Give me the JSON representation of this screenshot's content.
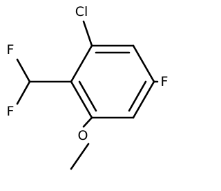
{
  "structure": {
    "atoms": {
      "cl": "Cl",
      "f_left_top": "F",
      "f_left_bottom": "F",
      "f_right": "F",
      "o": "O"
    }
  }
}
